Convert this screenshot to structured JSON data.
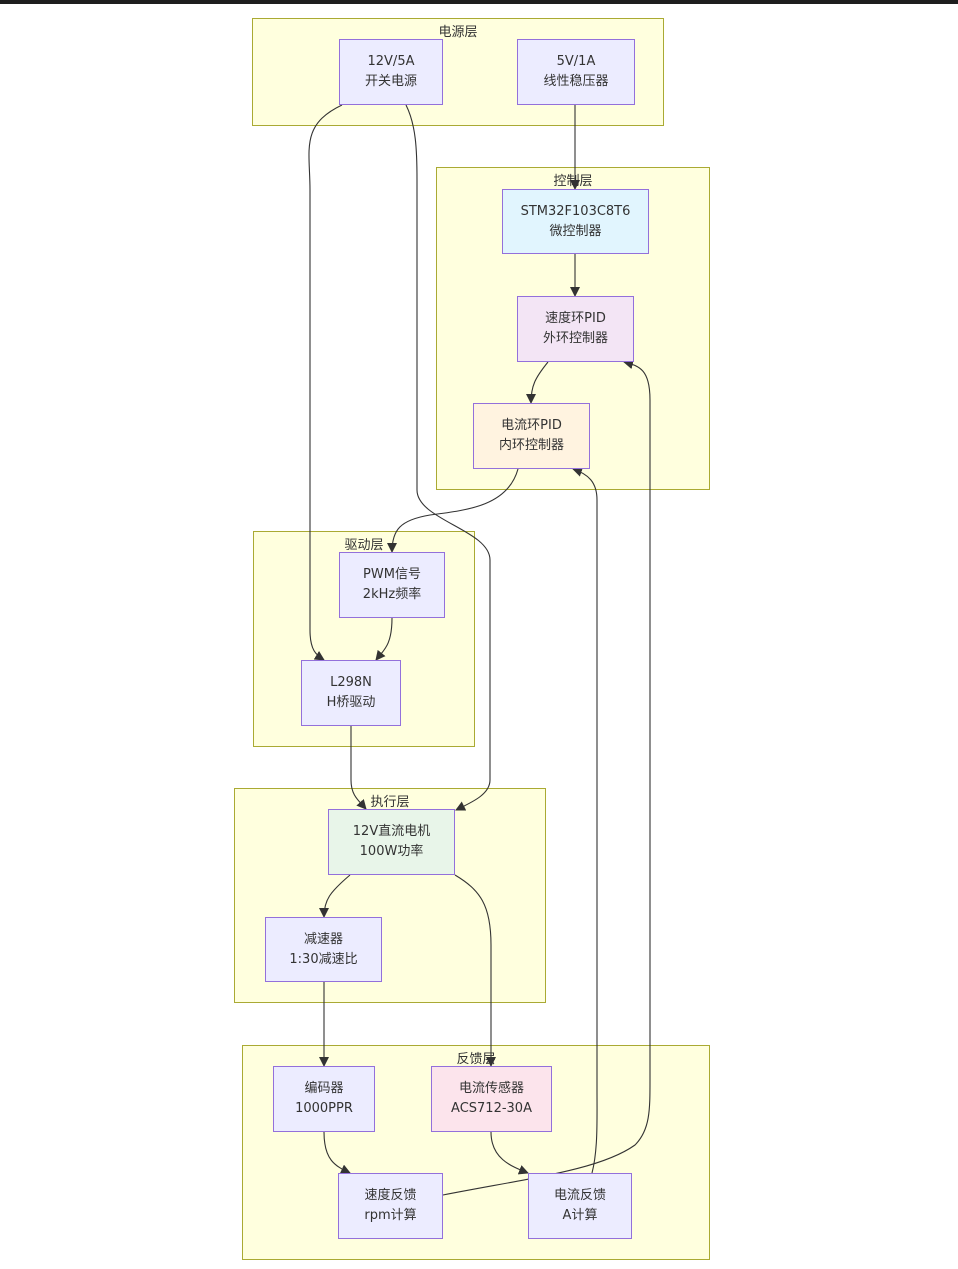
{
  "groups": {
    "power": "电源层",
    "control": "控制层",
    "drive": "驱动层",
    "exec": "执行层",
    "feedback": "反馈层"
  },
  "nodes": {
    "psu": {
      "line1": "12V/5A",
      "line2": "开关电源"
    },
    "ldo": {
      "line1": "5V/1A",
      "line2": "线性稳压器"
    },
    "mcu": {
      "line1": "STM32F103C8T6",
      "line2": "微控制器"
    },
    "speed_pid": {
      "line1": "速度环PID",
      "line2": "外环控制器"
    },
    "current_pid": {
      "line1": "电流环PID",
      "line2": "内环控制器"
    },
    "pwm": {
      "line1": "PWM信号",
      "line2": "2kHz频率"
    },
    "driver": {
      "line1": "L298N",
      "line2": "H桥驱动"
    },
    "motor": {
      "line1": "12V直流电机",
      "line2": "100W功率"
    },
    "gearbox": {
      "line1": "减速器",
      "line2": "1:30减速比"
    },
    "encoder": {
      "line1": "编码器",
      "line2": "1000PPR"
    },
    "current_sensor": {
      "line1": "电流传感器",
      "line2": "ACS712-30A"
    },
    "speed_fb": {
      "line1": "速度反馈",
      "line2": "rpm计算"
    },
    "current_fb": {
      "line1": "电流反馈",
      "line2": "A计算"
    }
  },
  "colors": {
    "group_fill": "#ffffde",
    "group_border": "#aaaa33",
    "node_default": "#ececff",
    "node_border": "#9370db",
    "mcu": "#e1f5fe",
    "speed_pid": "#f3e5f5",
    "current_pid": "#fff3e0",
    "motor": "#e8f5e9",
    "current_sensor": "#fce4ec",
    "edge": "#333333"
  }
}
